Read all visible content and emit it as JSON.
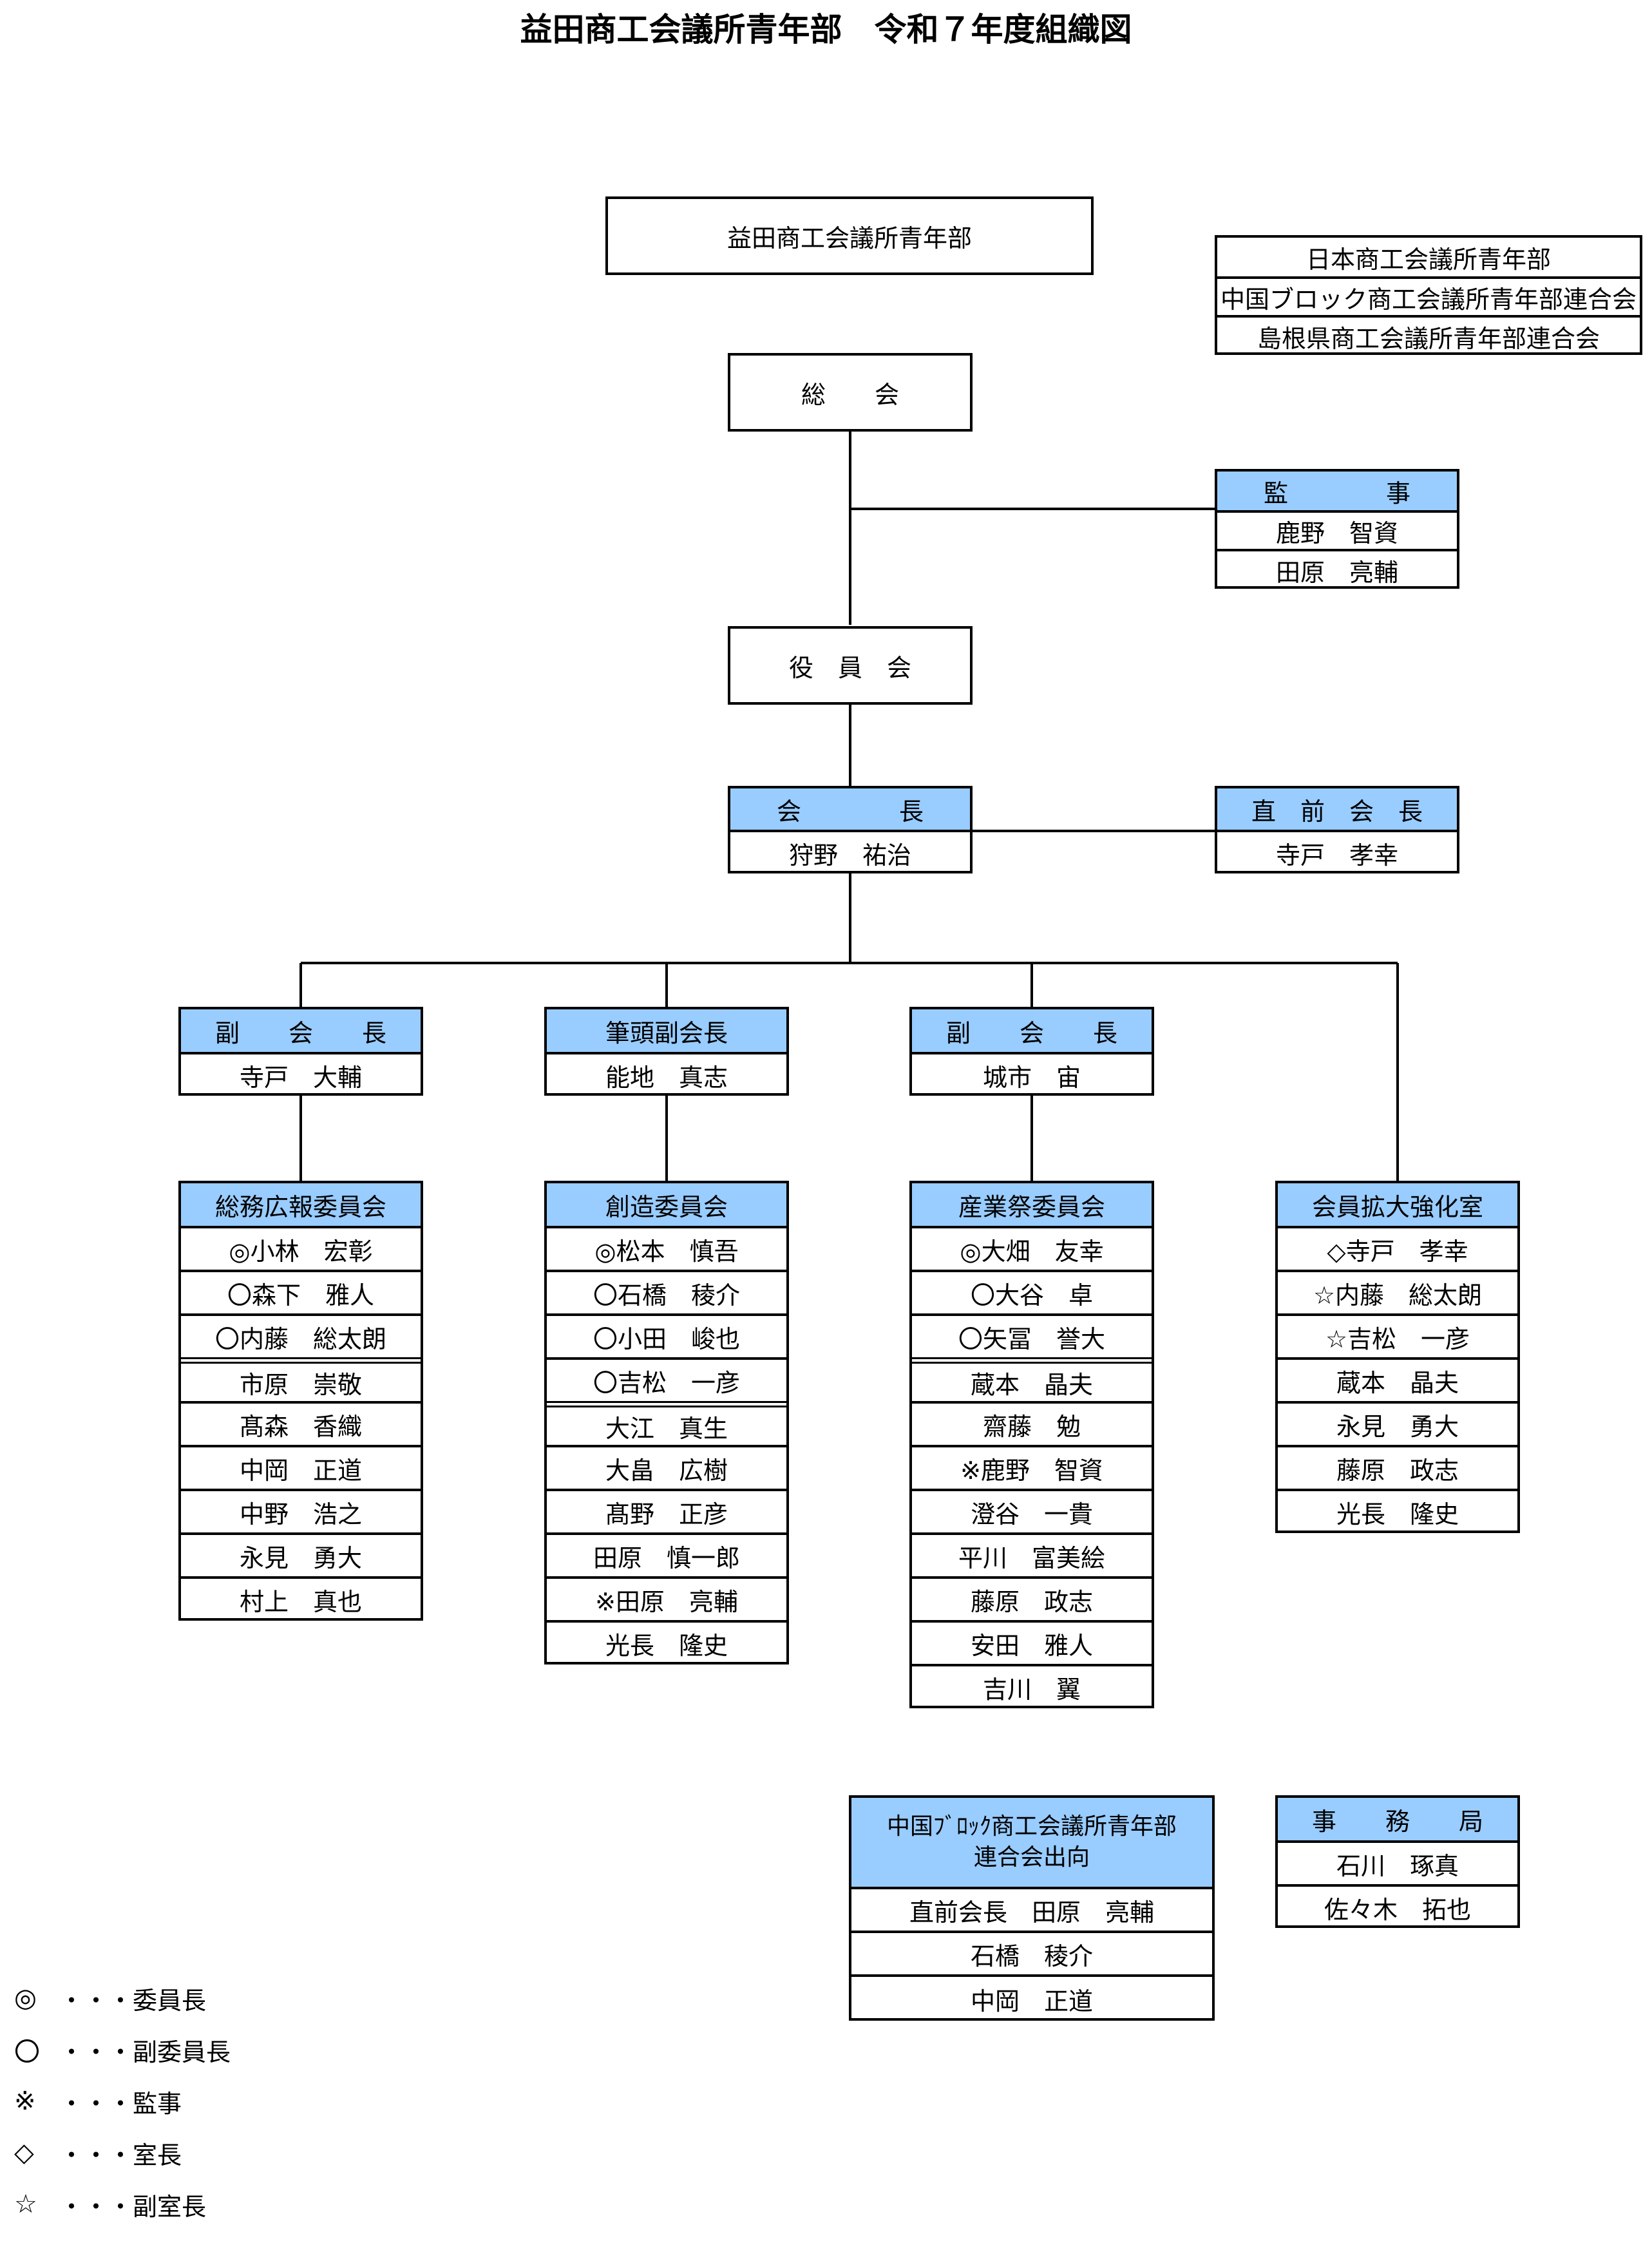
{
  "title": "益田商工会議所青年部　令和７年度組織図",
  "org": {
    "top": "益田商工会議所青年部",
    "affiliations": [
      "日本商工会議所青年部",
      "中国ブロック商工会議所青年部連合会",
      "島根県商工会議所青年部連合会"
    ],
    "general_assembly": "総　　会",
    "auditors": {
      "label": "監　　　　事",
      "members": [
        "鹿野　智資",
        "田原　亮輔"
      ]
    },
    "board": "役　員　会",
    "president": {
      "label": "会　　　　長",
      "name": "狩野　祐治"
    },
    "past_president": {
      "label": "直　前　会　長",
      "name": "寺戸　孝幸"
    },
    "vice_presidents": [
      {
        "label": "副　　会　　長",
        "name": "寺戸　大輔"
      },
      {
        "label": "筆頭副会長",
        "name": "能地　真志"
      },
      {
        "label": "副　　会　　長",
        "name": "城市　宙"
      }
    ],
    "committees": [
      {
        "label": "総務広報委員会",
        "members": [
          "◎小林　宏彰",
          "〇森下　雅人",
          "〇内藤　総太朗",
          "市原　崇敬",
          "髙森　香織",
          "中岡　正道",
          "中野　浩之",
          "永見　勇大",
          "村上　真也"
        ]
      },
      {
        "label": "創造委員会",
        "members": [
          "◎松本　慎吾",
          "〇石橋　稜介",
          "〇小田　峻也",
          "〇吉松　一彦",
          "大江　真生",
          "大畠　広樹",
          "髙野　正彦",
          "田原　慎一郎",
          "※田原　亮輔",
          "光長　隆史"
        ]
      },
      {
        "label": "産業祭委員会",
        "members": [
          "◎大畑　友幸",
          "〇大谷　卓",
          "〇矢冨　誉大",
          "蔵本　晶夫",
          "齋藤　勉",
          "※鹿野　智資",
          "澄谷　一貴",
          "平川　富美絵",
          "藤原　政志",
          "安田　雅人",
          "吉川　翼"
        ]
      },
      {
        "label": "会員拡大強化室",
        "members": [
          "◇寺戸　孝幸",
          "☆内藤　総太朗",
          "☆吉松　一彦",
          "蔵本　晶夫",
          "永見　勇大",
          "藤原　政志",
          "光長　隆史"
        ]
      }
    ],
    "dispatch": {
      "label_line1": "中国ﾌﾞﾛｯｸ商工会議所青年部",
      "label_line2": "連合会出向",
      "members": [
        "直前会長　田原　亮輔",
        "石橋　稜介",
        "中岡　正道"
      ]
    },
    "secretariat": {
      "label": "事　　務　　局",
      "members": [
        "石川　琢真",
        "佐々木　拓也"
      ]
    }
  },
  "legend": [
    {
      "symbol": "◎",
      "text": "・・・委員長"
    },
    {
      "symbol": "〇",
      "text": "・・・副委員長"
    },
    {
      "symbol": "※",
      "text": "・・・監事"
    },
    {
      "symbol": "◇",
      "text": "・・・室長"
    },
    {
      "symbol": "☆",
      "text": "・・・副室長"
    }
  ]
}
